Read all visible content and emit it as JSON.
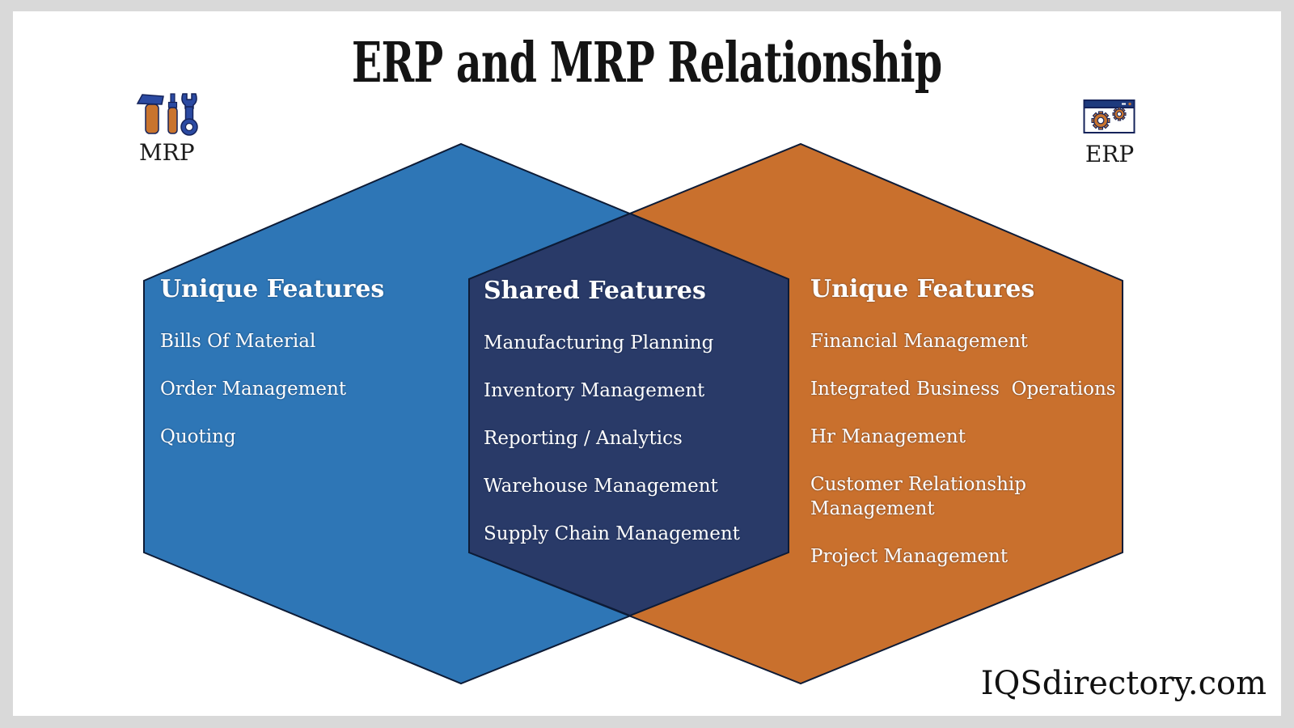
{
  "title": "ERP and MRP Relationship",
  "watermark": "IQSdirectory.com",
  "badges": {
    "mrp": {
      "label": "MRP",
      "icon": "tools-icon"
    },
    "erp": {
      "label": "ERP",
      "icon": "window-gears-icon"
    }
  },
  "venn": {
    "left": {
      "heading": "Unique Features",
      "items": [
        "Bills Of Material",
        "Order Management",
        "Quoting"
      ]
    },
    "center": {
      "heading": "Shared Features",
      "items": [
        "Manufacturing Planning",
        "Inventory Management",
        "Reporting / Analytics",
        "Warehouse Management",
        "Supply Chain Management"
      ]
    },
    "right": {
      "heading": "Unique Features",
      "items": [
        "Financial Management",
        "Integrated Business  Operations",
        "Hr Management",
        "Customer Relationship Management",
        "Project Management"
      ]
    }
  },
  "colors": {
    "mrp_blue": "#2e76b6",
    "erp_orange": "#c9702d",
    "shared_navy": "#293a68",
    "outline": "#0d1b36",
    "frame_gray": "#d9d9d9",
    "tool_blue": "#2b4aa2",
    "tool_orange": "#c9742e"
  }
}
